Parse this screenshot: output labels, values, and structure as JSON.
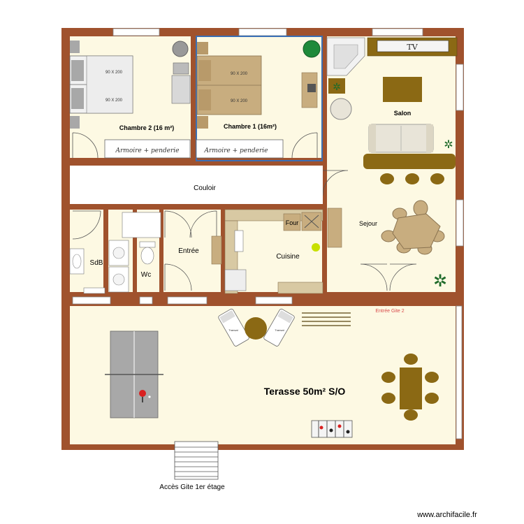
{
  "rooms": {
    "chambre2": "Chambre 2 (16 m²)",
    "chambre1": "Chambre 1 (16m²)",
    "salon": "Salon",
    "couloir": "Couloir",
    "sejour": "Sejour",
    "sdb": "SdB",
    "wc": "Wc",
    "entree": "Entrée",
    "cuisine": "Cuisine",
    "terrasse": "Terasse 50m² S/O"
  },
  "furniture": {
    "bed_label": "90 X 200",
    "armoire2": "Armoire + penderie",
    "armoire1": "Armoire + penderie",
    "tv": "TV",
    "four": "Four",
    "transat": "Transat"
  },
  "labels": {
    "entree_gite2": "Entrée Gite 2",
    "acces_gite": "Accès Gite 1er étage",
    "watermark": "www.archifacile.fr"
  },
  "colors": {
    "wall": "#a0522d",
    "floor": "#fdf9e3",
    "bed_wood": "#c8ad7f",
    "bed_grey": "#a8a8a8",
    "table": "#8b6914",
    "sofa": "#e8e4d8",
    "selected": "#3a6fb5",
    "entree_gite_text": "#d94a4a"
  }
}
